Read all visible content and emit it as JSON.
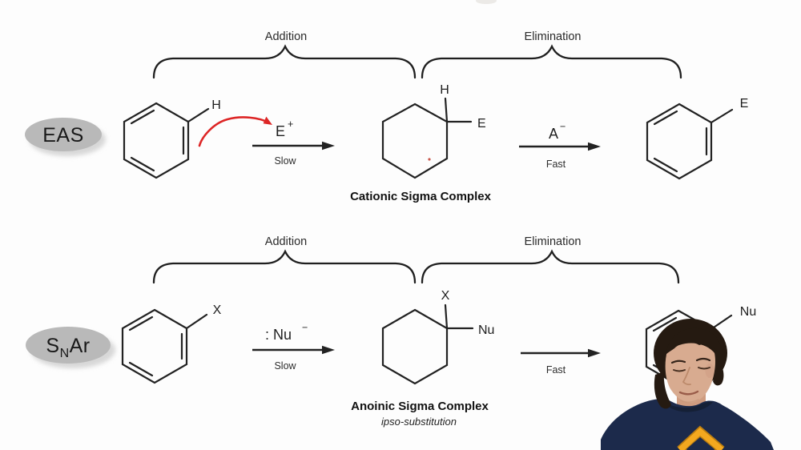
{
  "slide": {
    "reactions": [
      {
        "name": "EAS",
        "badge": {
          "text": "EAS"
        },
        "addition_label": "Addition",
        "elimination_label": "Elimination",
        "reactant_substituent": "H",
        "step1": {
          "reagent": "E",
          "charge": "+",
          "rate": "Slow"
        },
        "intermediate": {
          "axial_atom": "H",
          "equatorial_atom": "E",
          "caption": "Cationic Sigma Complex"
        },
        "step2": {
          "reagent": "A",
          "charge": "−",
          "rate": "Fast"
        },
        "product_substituent": "E"
      },
      {
        "name": "SNAr",
        "badge": {
          "pre": "S",
          "sub": "N",
          "post": "Ar"
        },
        "addition_label": "Addition",
        "elimination_label": "Elimination",
        "reactant_substituent": "X",
        "step1": {
          "reagent": ": Nu",
          "charge": "−",
          "rate": "Slow"
        },
        "intermediate": {
          "axial_atom": "X",
          "equatorial_atom": "Nu",
          "caption": "Anoinic Sigma Complex",
          "subcaption": "ipso-substitution"
        },
        "step2": {
          "rate": "Fast"
        },
        "product_substituent": "Nu"
      }
    ]
  },
  "colors": {
    "line": "#212121",
    "red_arrow": "#dd2626",
    "oval_fill": "#b9b9b9",
    "oval_shadow": "#d8d8d8",
    "shirt_navy": "#1c2a4b",
    "collar_navy": "#152036",
    "logo_gold": "#f3a81f",
    "hair": "#251a11",
    "skin": "#d8ab90"
  }
}
